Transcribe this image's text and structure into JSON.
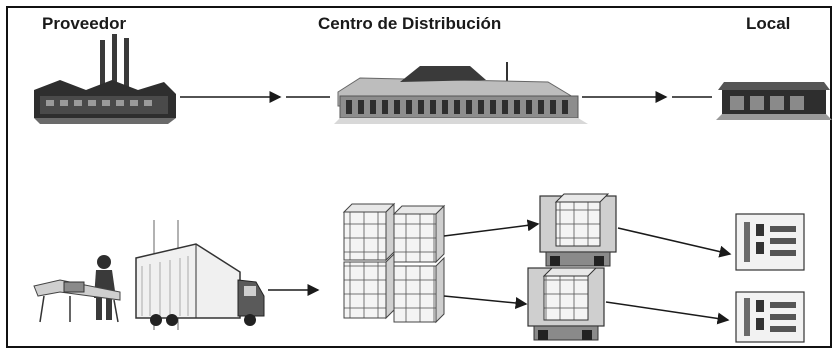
{
  "headers": {
    "supplier": "Proveedor",
    "distribution_center": "Centro de Distribución",
    "store": "Local"
  },
  "colors": {
    "ink": "#1a1a1a",
    "dark_gray": "#3a3a3a",
    "mid_gray": "#8a8a8a",
    "light_gray": "#cfcfcf",
    "background": "#ffffff"
  }
}
